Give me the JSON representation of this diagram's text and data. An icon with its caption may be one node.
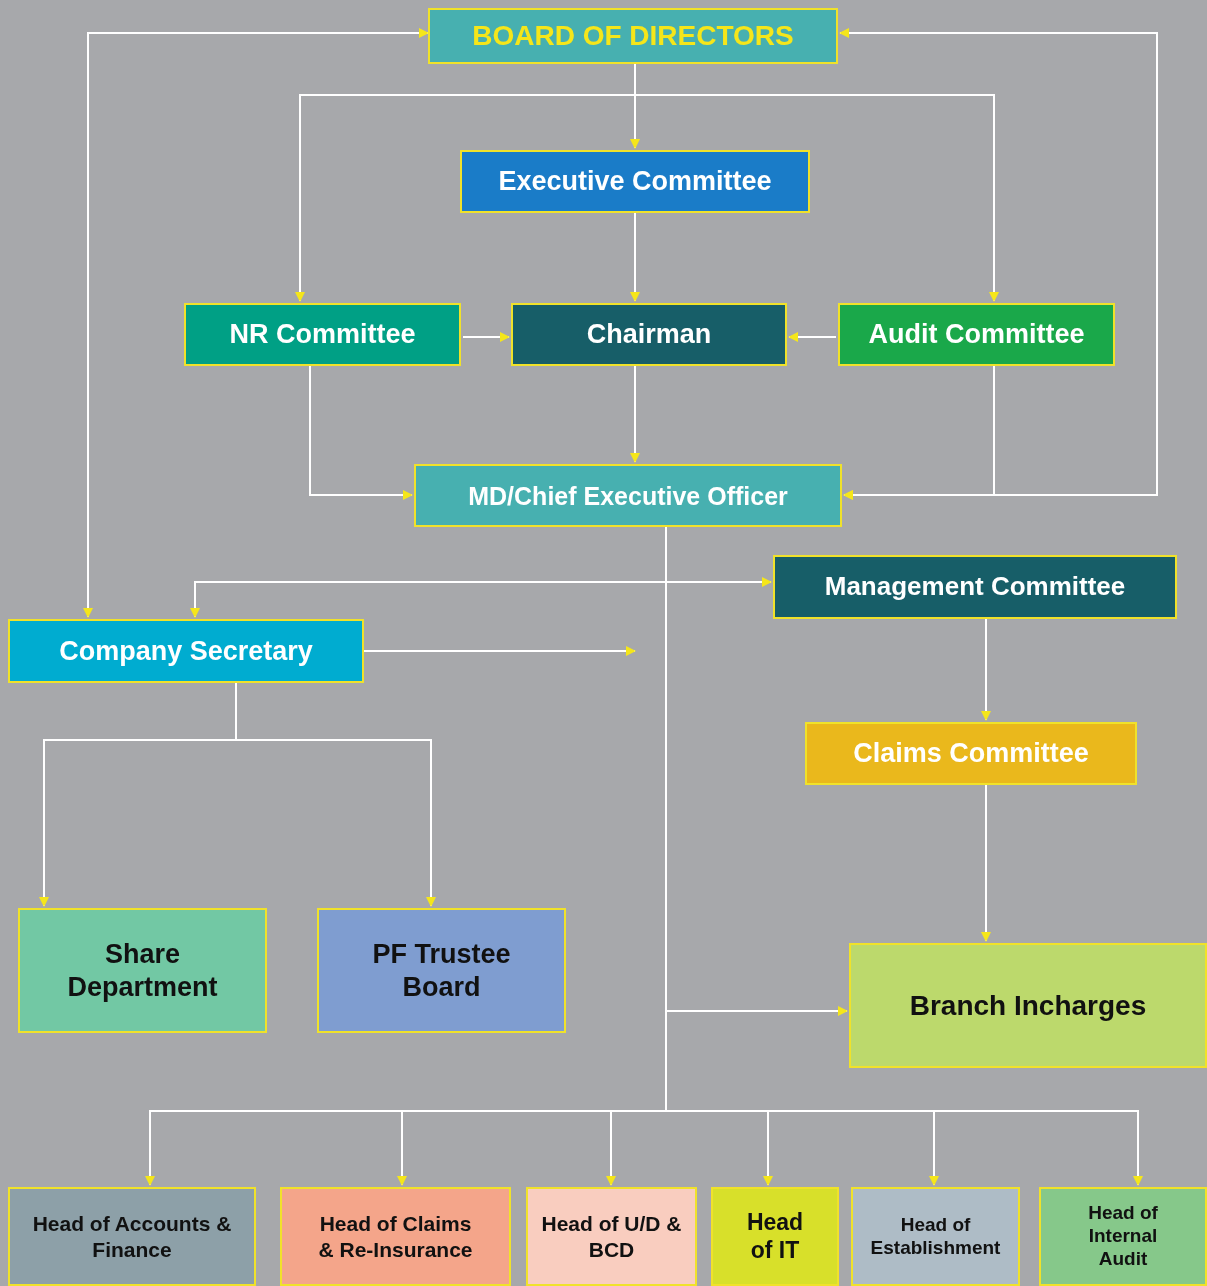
{
  "diagram": {
    "nodes": [
      {
        "text": [
          "BOARD OF DIRECTORS"
        ]
      },
      {
        "text": [
          "Executive Committee"
        ]
      },
      {
        "text": [
          "NR Committee"
        ]
      },
      {
        "text": [
          "Chairman"
        ]
      },
      {
        "text": [
          "Audit Committee"
        ]
      },
      {
        "text": [
          "MD/Chief Executive Officer"
        ]
      },
      {
        "text": [
          "Management Committee"
        ]
      },
      {
        "text": [
          "Company Secretary"
        ]
      },
      {
        "text": [
          "Claims Committee"
        ]
      },
      {
        "text": [
          "Share Department"
        ]
      },
      {
        "text": [
          "PF Trustee Board"
        ]
      },
      {
        "text": [
          "Branch Incharges"
        ]
      },
      {
        "text": [
          "Head of Accounts & Finance"
        ]
      },
      {
        "text": [
          "Head of Claims & Re-Insurance"
        ]
      },
      {
        "text": [
          "Head of U/D & BCD"
        ]
      },
      {
        "text": [
          "Head of IT"
        ]
      },
      {
        "text": [
          "Head of Establishment"
        ]
      },
      {
        "text": [
          "Head of Internal Audit"
        ]
      }
    ],
    "edges": [
      {
        "from": 0,
        "to": 7,
        "arrow": "both"
      },
      {
        "from": 0,
        "to": 5,
        "arrow": "both"
      },
      {
        "from": 0,
        "to": 1,
        "arrow": "to"
      },
      {
        "from": 0,
        "to": 2,
        "arrow": "to"
      },
      {
        "from": 0,
        "to": 4,
        "arrow": "to"
      },
      {
        "from": 1,
        "to": 3,
        "arrow": "to"
      },
      {
        "from": 2,
        "to": 3,
        "arrow": "to"
      },
      {
        "from": 4,
        "to": 3,
        "arrow": "to"
      },
      {
        "from": 3,
        "to": 5,
        "arrow": "to"
      },
      {
        "from": 2,
        "to": 5,
        "arrow": "to"
      },
      {
        "from": 4,
        "to": 5,
        "arrow": "to"
      },
      {
        "from": 5,
        "to": 6,
        "arrow": "to"
      },
      {
        "from": 5,
        "to": 7,
        "arrow": "to"
      },
      {
        "from": 7,
        "to": null,
        "arrow": "to"
      },
      {
        "from": 6,
        "to": 8,
        "arrow": "to"
      },
      {
        "from": 8,
        "to": 11,
        "arrow": "to"
      },
      {
        "from": 7,
        "to": 9,
        "arrow": "to"
      },
      {
        "from": 7,
        "to": 10,
        "arrow": "to"
      },
      {
        "from": 5,
        "to": 11,
        "arrow": "to"
      },
      {
        "from": 5,
        "to": 12,
        "arrow": "to"
      },
      {
        "from": 5,
        "to": 13,
        "arrow": "to"
      },
      {
        "from": 5,
        "to": 14,
        "arrow": "to"
      },
      {
        "from": 5,
        "to": 15,
        "arrow": "to"
      },
      {
        "from": 5,
        "to": 16,
        "arrow": "to"
      },
      {
        "from": 5,
        "to": 17,
        "arrow": "to"
      }
    ]
  }
}
